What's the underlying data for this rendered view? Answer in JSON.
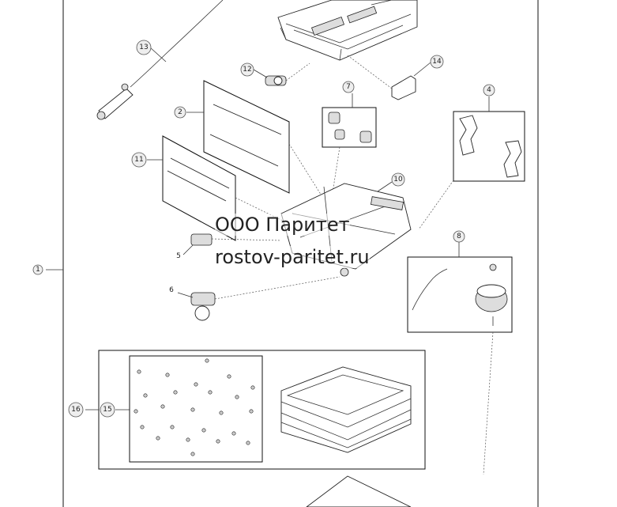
{
  "watermark": {
    "line1": "ООО Паритет",
    "line2": "rostov-paritet.ru"
  },
  "callouts": {
    "c1": "1",
    "c2": "2",
    "c4": "4",
    "c5": "5",
    "c6": "6",
    "c7": "7",
    "c8": "8",
    "c10": "10",
    "c11": "11",
    "c12": "12",
    "c13": "13",
    "c14": "14",
    "c15": "15",
    "c16": "16"
  }
}
